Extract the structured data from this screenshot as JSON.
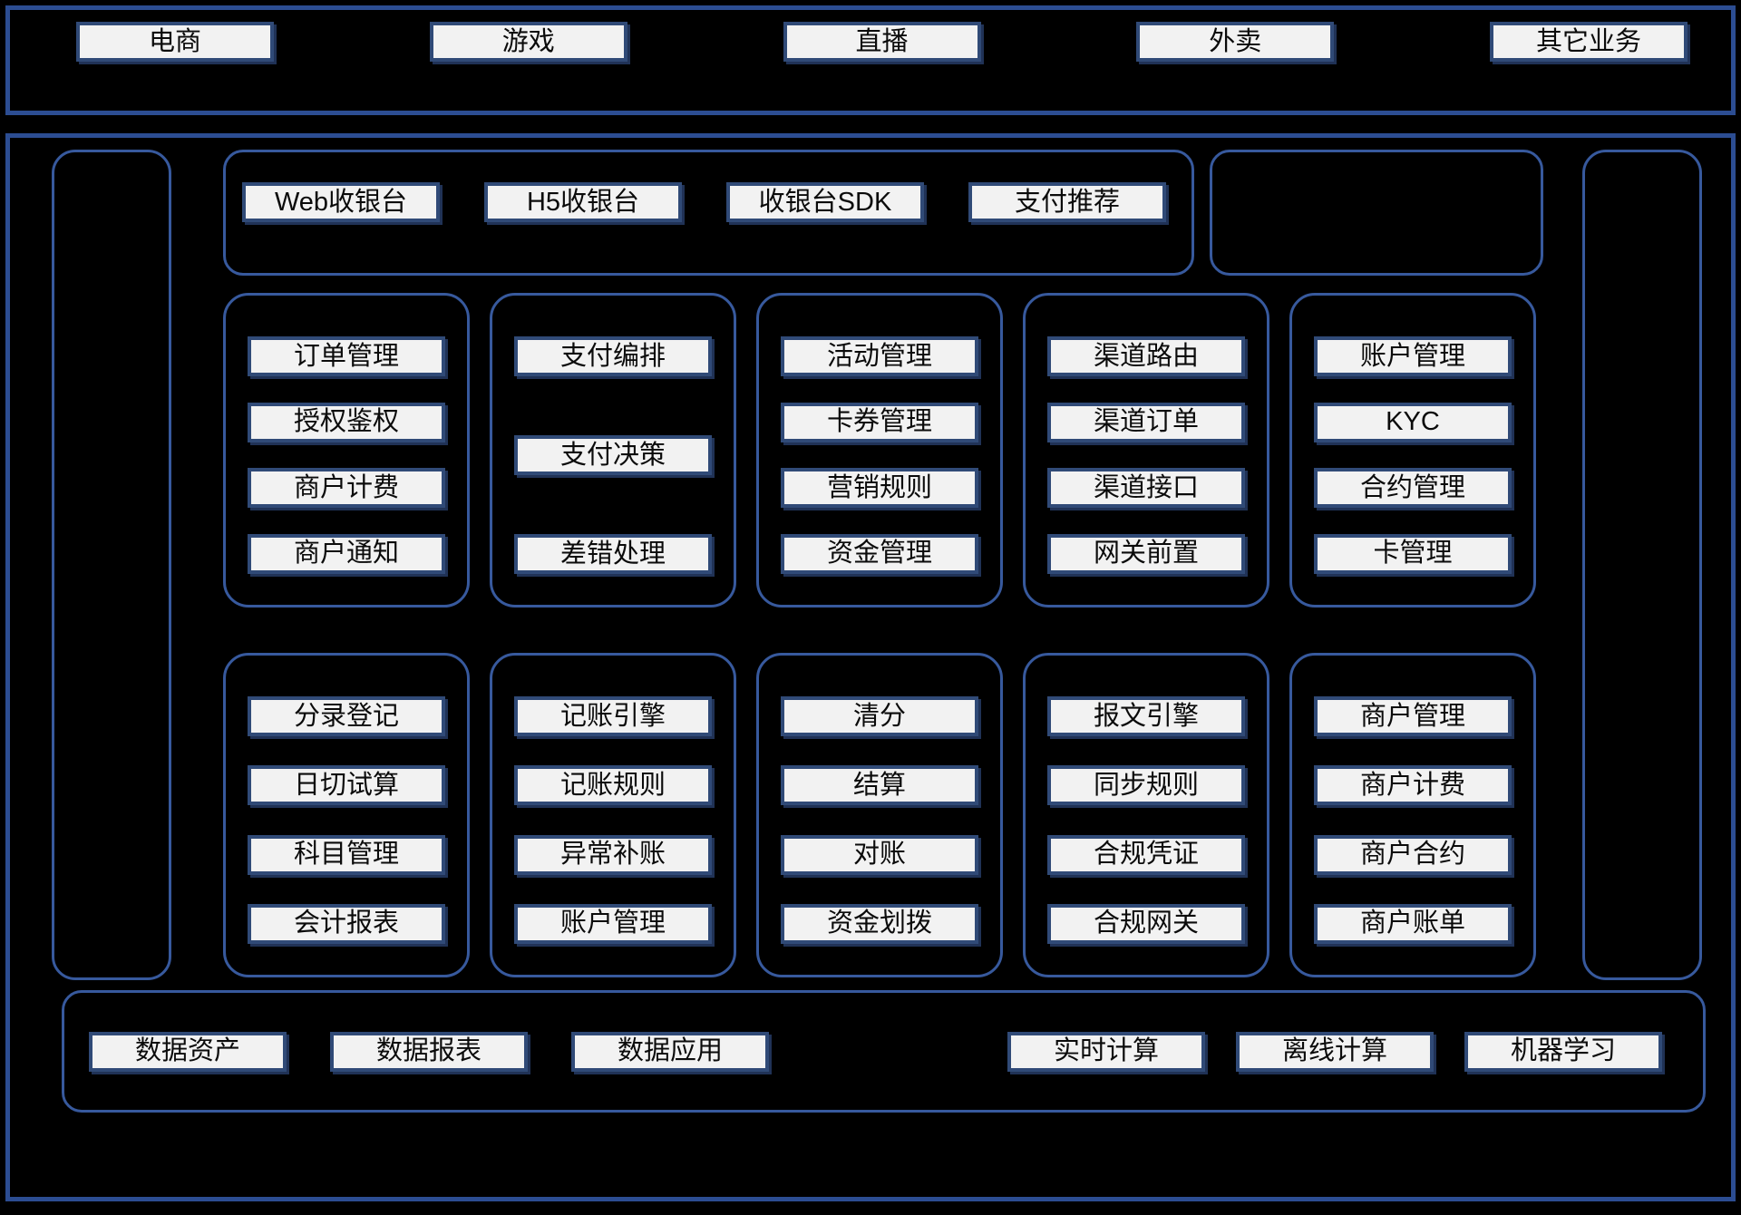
{
  "colors": {
    "background": "#000000",
    "outer_border": "#2c4d92",
    "panel_border": "#37599d",
    "chip_border": "#304a77",
    "chip_background": "#f2f2f2",
    "chip_shadow": "#3f63ac",
    "text": "#0b0b0b"
  },
  "business_layer": {
    "items": [
      "电商",
      "游戏",
      "直播",
      "外卖",
      "其它业务"
    ]
  },
  "product_layer": {
    "items": [
      "Web收银台",
      "H5收银台",
      "收银台SDK",
      "支付推荐"
    ]
  },
  "core_row1": {
    "columns": [
      {
        "items": [
          "订单管理",
          "授权鉴权",
          "商户计费",
          "商户通知"
        ]
      },
      {
        "items": [
          "支付编排",
          "支付决策",
          "差错处理"
        ]
      },
      {
        "items": [
          "活动管理",
          "卡券管理",
          "营销规则",
          "资金管理"
        ]
      },
      {
        "items": [
          "渠道路由",
          "渠道订单",
          "渠道接口",
          "网关前置"
        ]
      },
      {
        "items": [
          "账户管理",
          "KYC",
          "合约管理",
          "卡管理"
        ]
      }
    ]
  },
  "core_row2": {
    "columns": [
      {
        "items": [
          "分录登记",
          "日切试算",
          "科目管理",
          "会计报表"
        ]
      },
      {
        "items": [
          "记账引擎",
          "记账规则",
          "异常补账",
          "账户管理"
        ]
      },
      {
        "items": [
          "清分",
          "结算",
          "对账",
          "资金划拨"
        ]
      },
      {
        "items": [
          "报文引擎",
          "同步规则",
          "合规凭证",
          "合规网关"
        ]
      },
      {
        "items": [
          "商户管理",
          "商户计费",
          "商户合约",
          "商户账单"
        ]
      }
    ]
  },
  "data_layer": {
    "left_items": [
      "数据资产",
      "数据报表",
      "数据应用"
    ],
    "right_items": [
      "实时计算",
      "离线计算",
      "机器学习"
    ]
  }
}
